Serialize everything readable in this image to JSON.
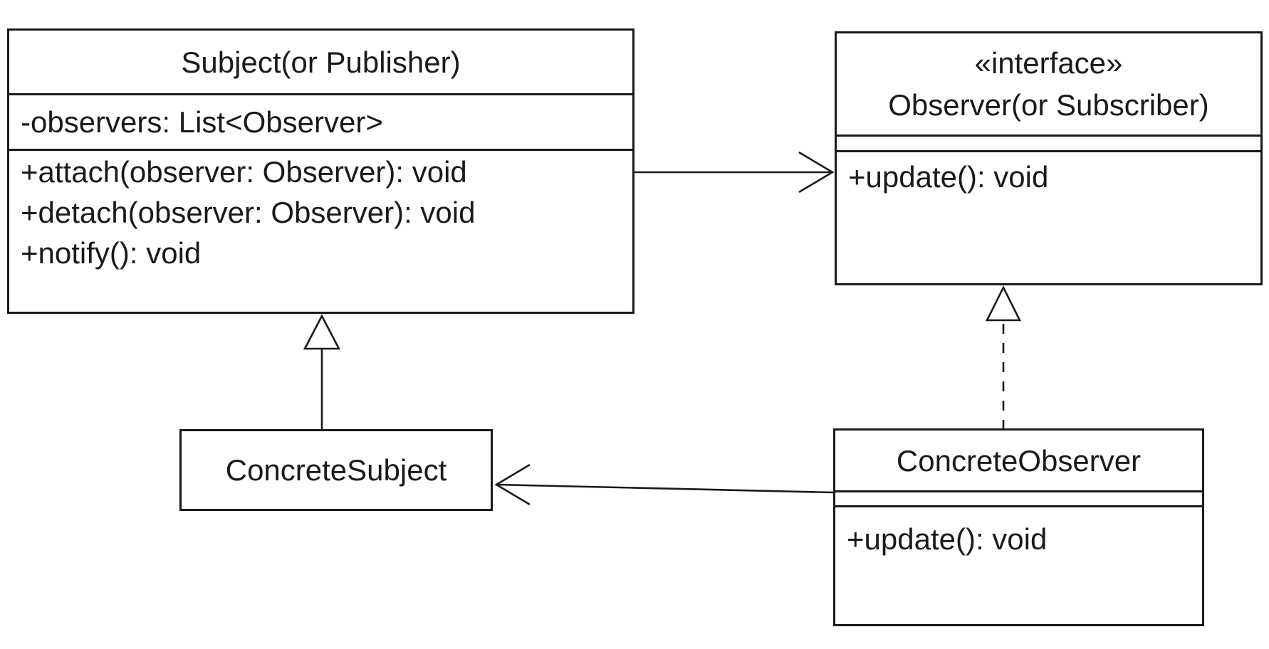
{
  "diagram": {
    "kind": "uml-class-diagram",
    "pattern": "Observer",
    "colors": {
      "stroke": "#1a1a1a",
      "background": "#ffffff",
      "node_fill": "#ffffff"
    },
    "classes": [
      {
        "id": "subject",
        "stereotype": "",
        "name": "Subject(or Publisher)",
        "attributes": [
          "-observers: List<Observer>"
        ],
        "methods": [
          "+attach(observer: Observer): void",
          "+detach(observer: Observer): void",
          "+notify(): void"
        ]
      },
      {
        "id": "observer",
        "stereotype": "«interface»",
        "name": "Observer(or Subscriber)",
        "attributes": [],
        "methods": [
          "+update(): void"
        ]
      },
      {
        "id": "concrete-subject",
        "stereotype": "",
        "name": "ConcreteSubject",
        "attributes": [],
        "methods": []
      },
      {
        "id": "concrete-observer",
        "stereotype": "",
        "name": "ConcreteObserver",
        "attributes": [],
        "methods": [
          "+update(): void"
        ]
      }
    ],
    "relationships": [
      {
        "from": "Subject(or Publisher)",
        "to": "Observer(or Subscriber)",
        "type": "association",
        "line": "solid",
        "arrowhead": "open-arrow"
      },
      {
        "from": "ConcreteSubject",
        "to": "Subject(or Publisher)",
        "type": "generalization",
        "line": "solid",
        "arrowhead": "hollow-triangle"
      },
      {
        "from": "ConcreteObserver",
        "to": "Observer(or Subscriber)",
        "type": "realization",
        "line": "dashed",
        "arrowhead": "hollow-triangle"
      },
      {
        "from": "ConcreteObserver",
        "to": "ConcreteSubject",
        "type": "association",
        "line": "solid",
        "arrowhead": "open-arrow"
      }
    ]
  }
}
